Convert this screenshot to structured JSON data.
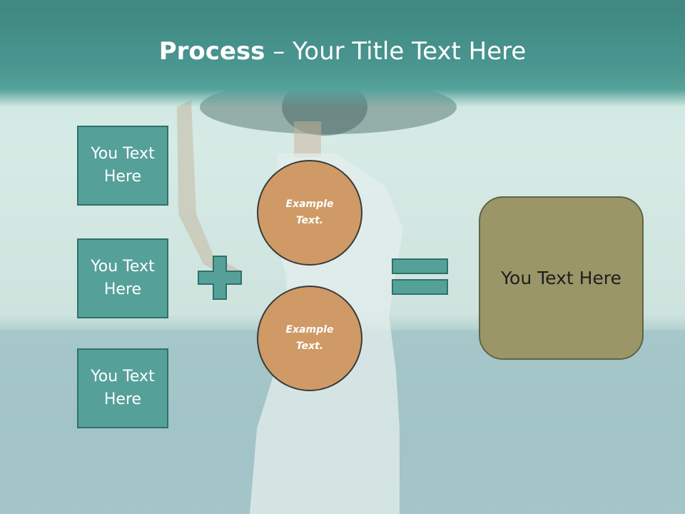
{
  "title": {
    "bold": "Process",
    "rest": " – Your Title Text Here"
  },
  "side_boxes": [
    "You Text\nHere",
    "You Text\nHere",
    "You Text\nHere"
  ],
  "circles": [
    "Example\nText.",
    "Example\nText."
  ],
  "operators": {
    "plus": "plus-icon",
    "equals": "equals-icon"
  },
  "result": "You Text  Here",
  "colors": {
    "header": "#4a9690",
    "box": "#55a19a",
    "circle": "#cf9a66",
    "result": "#9a9668"
  }
}
